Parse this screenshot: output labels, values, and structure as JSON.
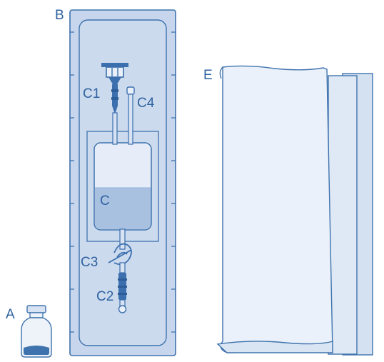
{
  "labels": {
    "A": "A",
    "B": "B",
    "C": "C",
    "C1": "C1",
    "C2": "C2",
    "C3": "C3",
    "C4": "C4",
    "E": "E"
  },
  "colors": {
    "outline": "#3f73ad",
    "label": "#2e62a0",
    "pouch_fill": "#c7d6ec",
    "inner_fill": "#ccdaee",
    "bag_empty": "#e6edf8",
    "bag_liquid": "#a9c1e1",
    "port": "#3b6fae",
    "vial_glass": "#eef3fa",
    "vial_cap": "#d7e2f2",
    "vial_liquid": "#3f73ad",
    "towel_front": "#eaf1fa",
    "towel_back": "#d3e1f1"
  }
}
